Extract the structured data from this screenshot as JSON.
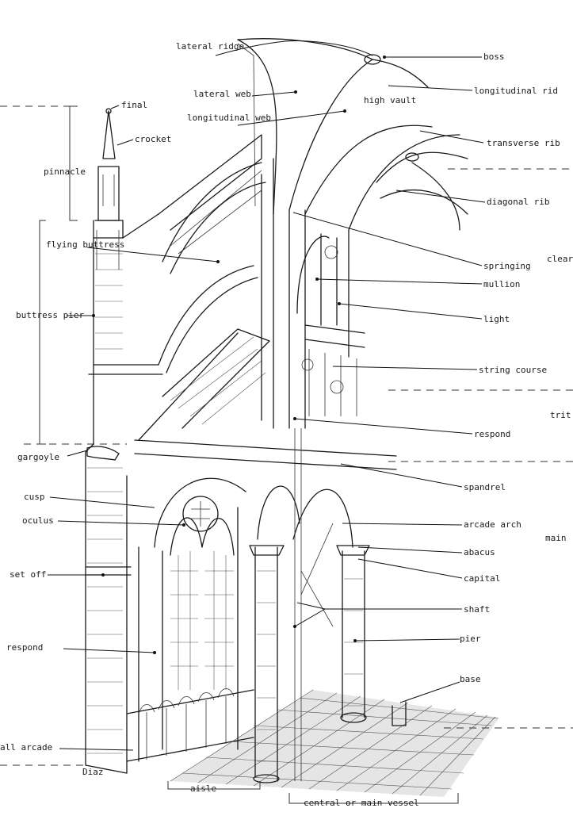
{
  "labels": {
    "lateral_ridge": "lateral ridge",
    "boss": "boss",
    "lateral_web": "lateral web",
    "high_vault": "high vault",
    "longitudinal_rib": "longitudinal rid",
    "longitudinal_web": "longitudinal web",
    "finial": "final",
    "crocket": "crocket",
    "transverse_rib": "transverse rib",
    "pinnacle": "pinnacle",
    "diagonal_rib": "diagonal rib",
    "flying_buttress": "flying buttress",
    "springing": "springing",
    "clerestory": "clear",
    "mullion": "mullion",
    "buttress_pier": "buttress pier",
    "light": "light",
    "string_course": "string course",
    "triforium": "trit",
    "respond_upper": "respond",
    "gargoyle": "gargoyle",
    "spandrel": "spandrel",
    "cusp": "cusp",
    "oculus": "oculus",
    "arcade_arch": "arcade arch",
    "main_arcade": "main",
    "abacus": "abacus",
    "set_off": "set off",
    "capital": "capital",
    "shaft": "shaft",
    "pier": "pier",
    "respond_lower": "respond",
    "base": "base",
    "wall_arcade": "all arcade",
    "signature": "Diaz",
    "aisle": "aisle",
    "central_vessel": "central or main vessel"
  }
}
